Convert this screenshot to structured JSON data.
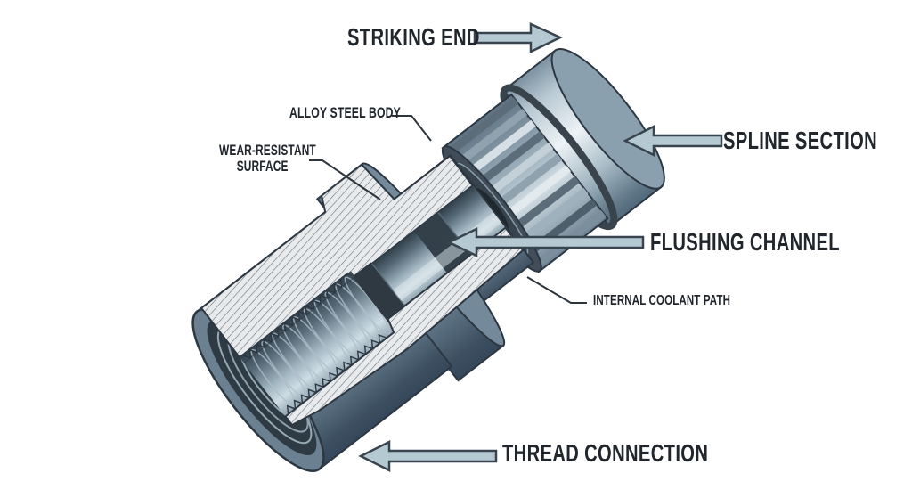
{
  "diagram": {
    "subject": "drill-shank-cutaway-illustration",
    "labels": {
      "striking_end": "STRIKING END",
      "alloy_steel_body": "ALLOY STEEL BODY",
      "wear_resistant_line1": "WEAR-RESISTANT",
      "wear_resistant_line2": "SURFACE",
      "spline_section": "SPLINE SECTION",
      "flushing_channel": "FLUSHING CHANNEL",
      "internal_coolant_path": "INTERNAL COOLANT PATH",
      "thread_connection": "THREAD CONNECTION"
    },
    "colors": {
      "bg": "#ffffff",
      "label_text": "#20262c",
      "arrow_fill": "#b5c9d3",
      "arrow_outline": "#39454e",
      "outline": "#2c3742",
      "leader": "#2c343c",
      "steel_highlight": "#edf3f6",
      "steel_mid": "#8fa6b4",
      "steel_dark": "#35475a",
      "hatch_background": "#e8eaeb",
      "hatch_line": "#67747f"
    }
  }
}
